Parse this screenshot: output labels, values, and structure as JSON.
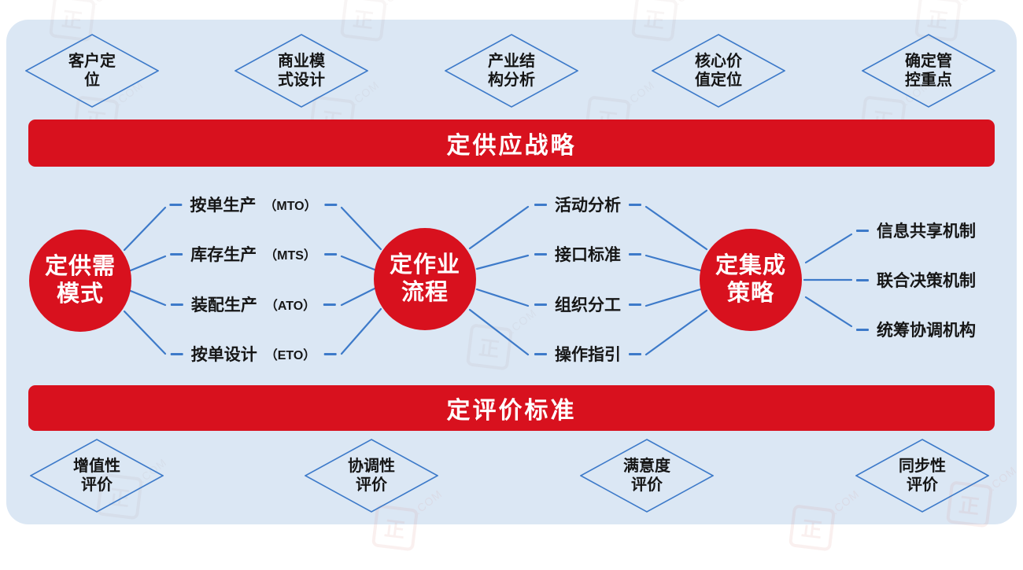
{
  "colors": {
    "accent_red": "#d8111e",
    "line_blue": "#3d7ac9",
    "panel_background": "#dbe7f4",
    "text_dark": "#161616"
  },
  "watermark": {
    "logo_glyph": "正",
    "text": ".COM"
  },
  "top_diamonds": [
    {
      "label": "客户定位",
      "lines": [
        "客户定",
        "位"
      ]
    },
    {
      "label": "商业模式设计",
      "lines": [
        "商业模",
        "式设计"
      ]
    },
    {
      "label": "产业结构分析",
      "lines": [
        "产业结",
        "构分析"
      ]
    },
    {
      "label": "核心价值定位",
      "lines": [
        "核心价",
        "值定位"
      ]
    },
    {
      "label": "确定管控重点",
      "lines": [
        "确定管",
        "控重点"
      ]
    }
  ],
  "banners": {
    "top": "定供应战略",
    "bottom": "定评价标准"
  },
  "columns": [
    {
      "circle": {
        "label": "定供需模式",
        "lines": [
          "定供需",
          "模式"
        ]
      },
      "items": [
        {
          "label": "按单生产",
          "suffix": "（MTO）"
        },
        {
          "label": "库存生产",
          "suffix": "（MTS）"
        },
        {
          "label": "装配生产",
          "suffix": "（ATO）"
        },
        {
          "label": "按单设计",
          "suffix": "（ETO）"
        }
      ]
    },
    {
      "circle": {
        "label": "定作业流程",
        "lines": [
          "定作业",
          "流程"
        ]
      },
      "items": [
        {
          "label": "活动分析"
        },
        {
          "label": "接口标准"
        },
        {
          "label": "组织分工"
        },
        {
          "label": "操作指引"
        }
      ]
    },
    {
      "circle": {
        "label": "定集成策略",
        "lines": [
          "定集成",
          "策略"
        ]
      },
      "items": [
        {
          "label": "信息共享机制"
        },
        {
          "label": "联合决策机制"
        },
        {
          "label": "统筹协调机构"
        }
      ]
    }
  ],
  "bottom_diamonds": [
    {
      "label": "增值性评价",
      "lines": [
        "增值性",
        "评价"
      ]
    },
    {
      "label": "协调性评价",
      "lines": [
        "协调性",
        "评价"
      ]
    },
    {
      "label": "满意度评价",
      "lines": [
        "满意度",
        "评价"
      ]
    },
    {
      "label": "同步性评价",
      "lines": [
        "同步性",
        "评价"
      ]
    }
  ]
}
